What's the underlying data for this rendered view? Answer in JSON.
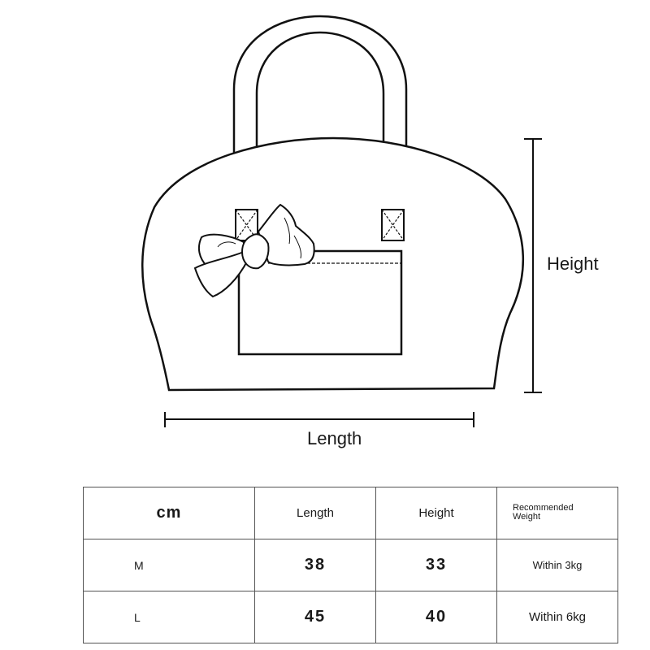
{
  "diagram": {
    "height_label": "Height",
    "length_label": "Length"
  },
  "table": {
    "header": {
      "unit": "cm",
      "length": "Length",
      "height": "Height",
      "weight": "Recommended Weight"
    },
    "rows": [
      {
        "size": "M",
        "length": "38",
        "height": "33",
        "weight": "Within 3kg"
      },
      {
        "size": "L",
        "length": "45",
        "height": "40",
        "weight": "Within 6kg"
      }
    ]
  }
}
